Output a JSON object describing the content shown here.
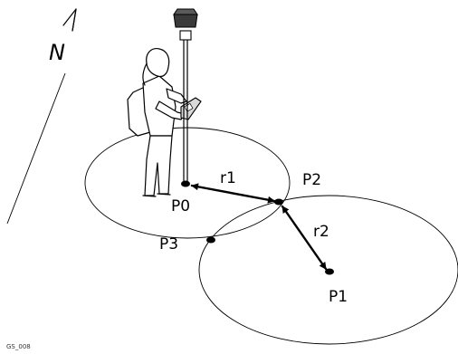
{
  "north_label": "N",
  "points": {
    "p0": "P0",
    "p1": "P1",
    "p2": "P2",
    "p3": "P3"
  },
  "radii": {
    "r1": "r1",
    "r2": "r2"
  },
  "figure_code": "GS_008",
  "icons": [
    "north-arrow",
    "surveyor-figure",
    "gnss-antenna",
    "field-controller",
    "backpack"
  ]
}
